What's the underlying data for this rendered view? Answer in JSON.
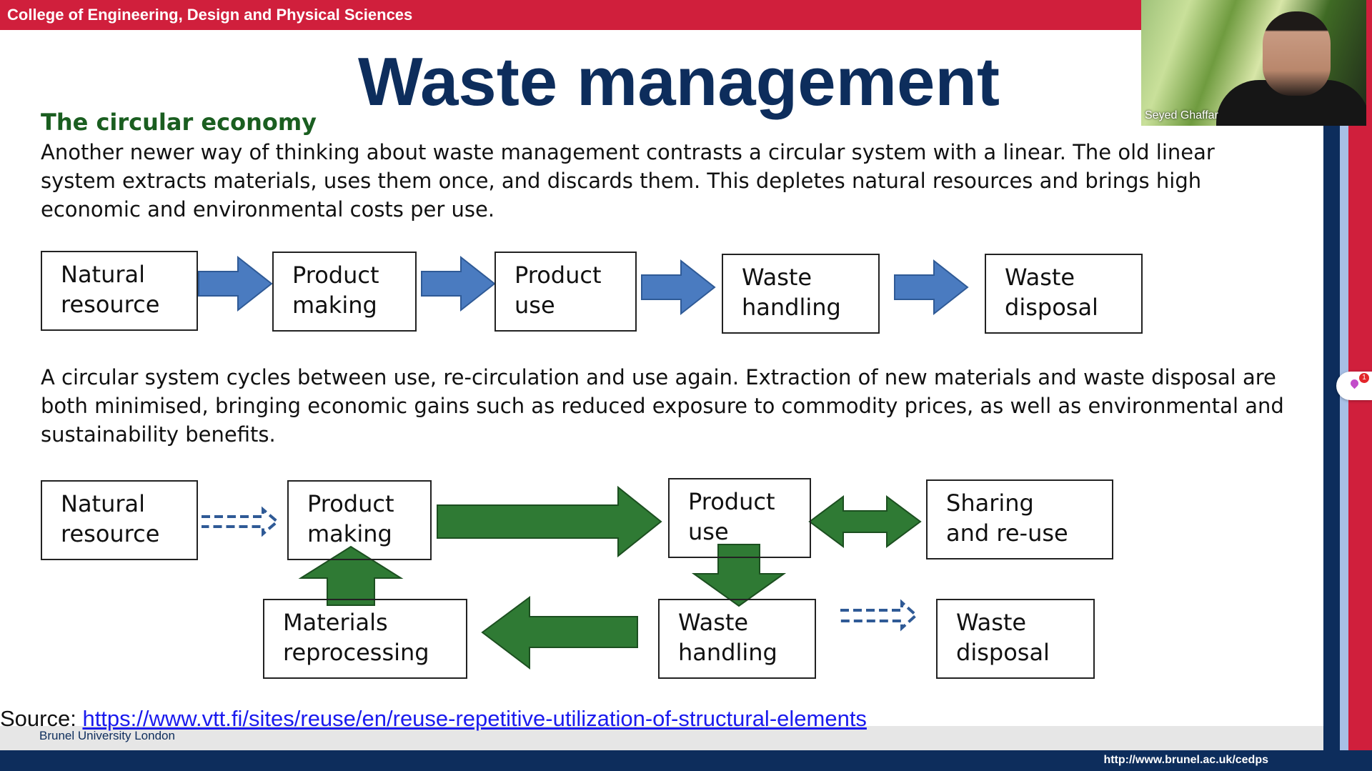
{
  "header": {
    "college": "College of Engineering, Design and Physical Sciences"
  },
  "webcam": {
    "participant_name": "Seyed Ghaffar"
  },
  "side_widget": {
    "badge_count": "1"
  },
  "slide": {
    "title": "Waste management",
    "subtitle": "The circular economy",
    "paragraph_1": "Another newer way of thinking about waste management contrasts a circular system with a linear.  The old linear system extracts materials, uses them once, and discards them.  This depletes natural resources and brings high economic and environmental costs per use.",
    "paragraph_2": "A circular system cycles between use, re-circulation and use again.  Extraction of new materials and waste disposal are both minimised, bringing economic gains such as reduced exposure to commodity prices, as well as environmental and sustainability benefits.",
    "linear_flow": [
      {
        "line1": "Natural",
        "line2": "resource"
      },
      {
        "line1": "Product",
        "line2": "making"
      },
      {
        "line1": "Product",
        "line2": "use"
      },
      {
        "line1": "Waste",
        "line2": "handling"
      },
      {
        "line1": "Waste",
        "line2": "disposal"
      }
    ],
    "circular_flow": {
      "natural_resource": {
        "line1": "Natural",
        "line2": "resource"
      },
      "product_making": {
        "line1": "Product",
        "line2": "making"
      },
      "product_use": {
        "line1": "Product",
        "line2": "use"
      },
      "sharing_reuse": {
        "line1": "Sharing",
        "line2": "and re-use"
      },
      "materials_reprocessing": {
        "line1": "Materials",
        "line2": "reprocessing"
      },
      "waste_handling": {
        "line1": "Waste",
        "line2": "handling"
      },
      "waste_disposal": {
        "line1": "Waste",
        "line2": "disposal"
      }
    },
    "colors": {
      "blue_arrow": "#4a7bc0",
      "green_arrow": "#2f7a34",
      "title": "#0d2d5c"
    },
    "source_label": "Source: ",
    "source_link": "https://www.vtt.fi/sites/reuse/en/reuse-repetitive-utilization-of-structural-elements"
  },
  "footer": {
    "university": "Brunel University London",
    "url": "http://www.brunel.ac.uk/cedps"
  }
}
